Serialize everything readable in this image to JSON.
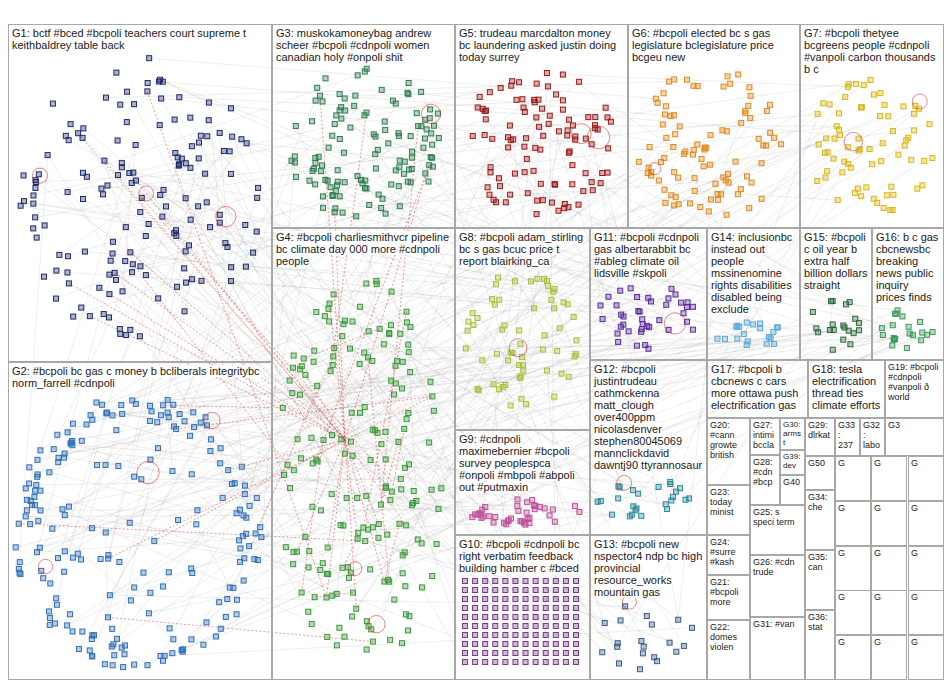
{
  "diagram": {
    "nodes": [
      {
        "text": [
          "G1: bctf #bced #bcpoli teachers court supreme t keithbaldrey table back"
        ]
      },
      {
        "text": [
          "G3: muskokamoneybag andrew scheer #bcpoli #cdnpoli women canadian holy #onpoli shit"
        ]
      },
      {
        "text": [
          "G5: trudeau marcdalton money bc laundering asked justin doing today surrey"
        ]
      },
      {
        "text": [
          "G6: #bcpoli elected bc s gas legislature bclegislature price bcgeu new"
        ]
      },
      {
        "text": [
          "G7: #bcpoli thetyee bcgreens people #cdnpoli #vanpoli carbon thousands b c"
        ]
      },
      {
        "text": [
          "G8: #bcpoli adam_stirling bc s gas bcuc price t report blairking_ca"
        ]
      },
      {
        "text": [
          "G11: #bcpoli #cdnpoli gas albertarabbit bc #ableg climate oil lidsville #skpoli"
        ]
      },
      {
        "text": [
          "G14: inclusionbc instead out people mssinenomine rights disabilities disabled being exclude"
        ]
      },
      {
        "text": [
          "G15: #bcpoli c oil year b extra half billion dollars straight"
        ]
      },
      {
        "text": [
          "G16: b c gas cbcnewsbc breaking news public inquiry prices finds"
        ]
      },
      {
        "text": [
          "G2: #bcpoli bc gas c money b bcliberals integritybc norm_farrell #cdnpoli"
        ]
      },
      {
        "text": [
          "G4: #bcpoli charliesmithvcr pipeline bc climate day 000 more #cdnpoli people"
        ]
      },
      {
        "text": [
          "G9: #cdnpoli maximebernier #bcpoli survey peoplespca #onpoli #mbpoli #abpoli out #putmaxin"
        ]
      },
      {
        "text": [
          "G12: #bcpoli justintrudeau cathmckenna matt_clough over400ppm nicolasdenver stephen80045069 mannclickdavid dawntj90 ttyrannosaur"
        ]
      },
      {
        "text": [
          "G17: #bcpoli b cbcnews c cars more ottawa push electrification gas"
        ]
      },
      {
        "text": [
          "G18: tesla electrification thread ties climate efforts"
        ]
      },
      {
        "text": [
          "G19: #bcpoli #cdnpoli #vanpoli ð world"
        ]
      },
      {
        "text": [
          "G10: #bcpoli #cdnpoli bc right verbatim feedback building hamber c #bced"
        ]
      },
      {
        "text": [
          "G13: #bcpoli new nspector4 ndp bc high provincial resource_works mountain gas"
        ]
      },
      {
        "text": [
          "G20: #cann growte british"
        ]
      },
      {
        "text": [
          "G27: intimi bccla"
        ]
      },
      {
        "text": [
          "G30: armst"
        ]
      },
      {
        "text": [
          "G29: dlrkat"
        ]
      },
      {
        "text": [
          "G33: 237"
        ]
      },
      {
        "text": [
          "G32: labo"
        ]
      },
      {
        "text": [
          "G3"
        ]
      },
      {
        "text": [
          "G28: #cdn #bcp"
        ]
      },
      {
        "text": [
          "G39: dev"
        ]
      },
      {
        "text": [
          "G50"
        ]
      },
      {
        "text": [
          "G40"
        ]
      },
      {
        "text": [
          "G23: today minist"
        ]
      },
      {
        "text": [
          "G25: s speci term"
        ]
      },
      {
        "text": [
          "G34: che"
        ]
      },
      {
        "text": [
          "G24: #surre #kash"
        ]
      },
      {
        "text": [
          "G26: #cdn trude"
        ]
      },
      {
        "text": [
          "G35: can"
        ]
      },
      {
        "text": [
          "G21: #bcpoli more"
        ]
      },
      {
        "text": [
          "G22: domes violen"
        ]
      },
      {
        "text": [
          "G31: #van"
        ]
      },
      {
        "text": [
          "G36: stat"
        ]
      },
      {
        "text": [
          "G"
        ]
      },
      {
        "text": [
          "G"
        ]
      },
      {
        "text": [
          "G"
        ]
      },
      {
        "text": [
          "G"
        ]
      },
      {
        "text": [
          "G"
        ]
      },
      {
        "text": [
          "G"
        ]
      },
      {
        "text": [
          "G"
        ]
      },
      {
        "text": [
          "G"
        ]
      },
      {
        "text": [
          "G"
        ]
      },
      {
        "text": [
          "G"
        ]
      },
      {
        "text": [
          "G"
        ]
      },
      {
        "text": [
          "G"
        ]
      },
      {
        "text": [
          "G"
        ]
      },
      {
        "text": [
          "G"
        ]
      },
      {
        "text": [
          "G"
        ]
      }
    ]
  }
}
